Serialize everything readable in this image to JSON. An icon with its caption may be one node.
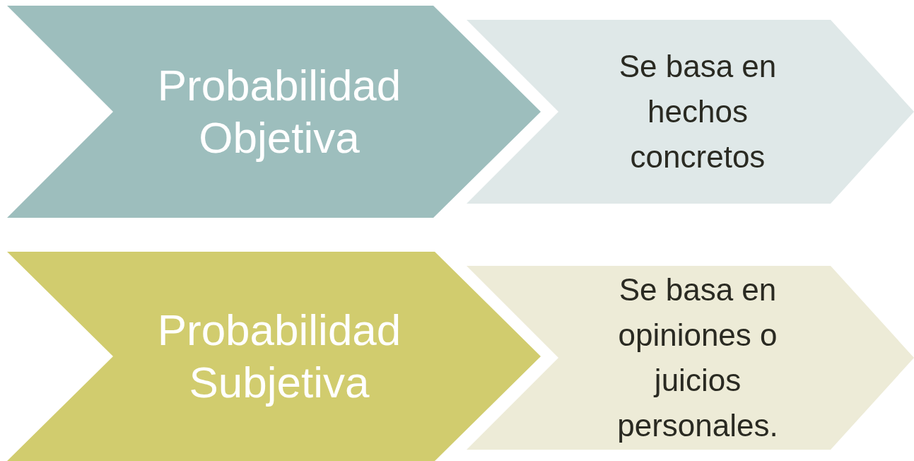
{
  "diagram": {
    "nodes": [
      {
        "text": [
          "Probabilidad Objetiva"
        ]
      },
      {
        "text": [
          "Se basa en hechos concretos"
        ]
      },
      {
        "text": [
          "Probabilidad Subjetiva"
        ]
      },
      {
        "text": [
          "Se basa en opiniones o juicios personales."
        ]
      }
    ]
  }
}
